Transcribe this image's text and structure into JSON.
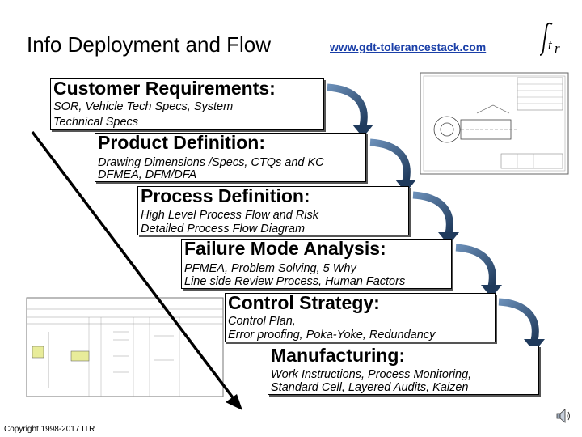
{
  "header": {
    "title": "Info Deployment and Flow",
    "url": "www.gdt-tolerancestack.com",
    "logo_text": "ftr"
  },
  "steps": [
    {
      "title": "Customer Requirements:",
      "line1": "SOR, Vehicle Tech Specs, System",
      "line2": "Technical Specs"
    },
    {
      "title": "Product Definition:",
      "line1": "Drawing Dimensions /Specs, CTQs and KC",
      "line2": "DFMEA, DFM/DFA"
    },
    {
      "title": "Process Definition:",
      "line1": "High Level Process Flow and Risk",
      "line2": "Detailed Process Flow Diagram"
    },
    {
      "title": "Failure Mode Analysis:",
      "line1": "PFMEA, Problem Solving, 5 Why",
      "line2": "Line side Review Process, Human Factors"
    },
    {
      "title": "Control Strategy:",
      "line1": "Control Plan,",
      "line2": "Error proofing, Poka-Yoke, Redundancy"
    },
    {
      "title": "Manufacturing:",
      "line1": "Work Instructions, Process Monitoring,",
      "line2": "Standard Cell, Layered Audits, Kaizen"
    }
  ],
  "colors": {
    "accent_arrow": "#2f4f74",
    "url": "#1a3fa8"
  },
  "icons": [
    "speaker-icon"
  ],
  "footer": {
    "copyright": "Copyright 1998-2017 ITR"
  }
}
